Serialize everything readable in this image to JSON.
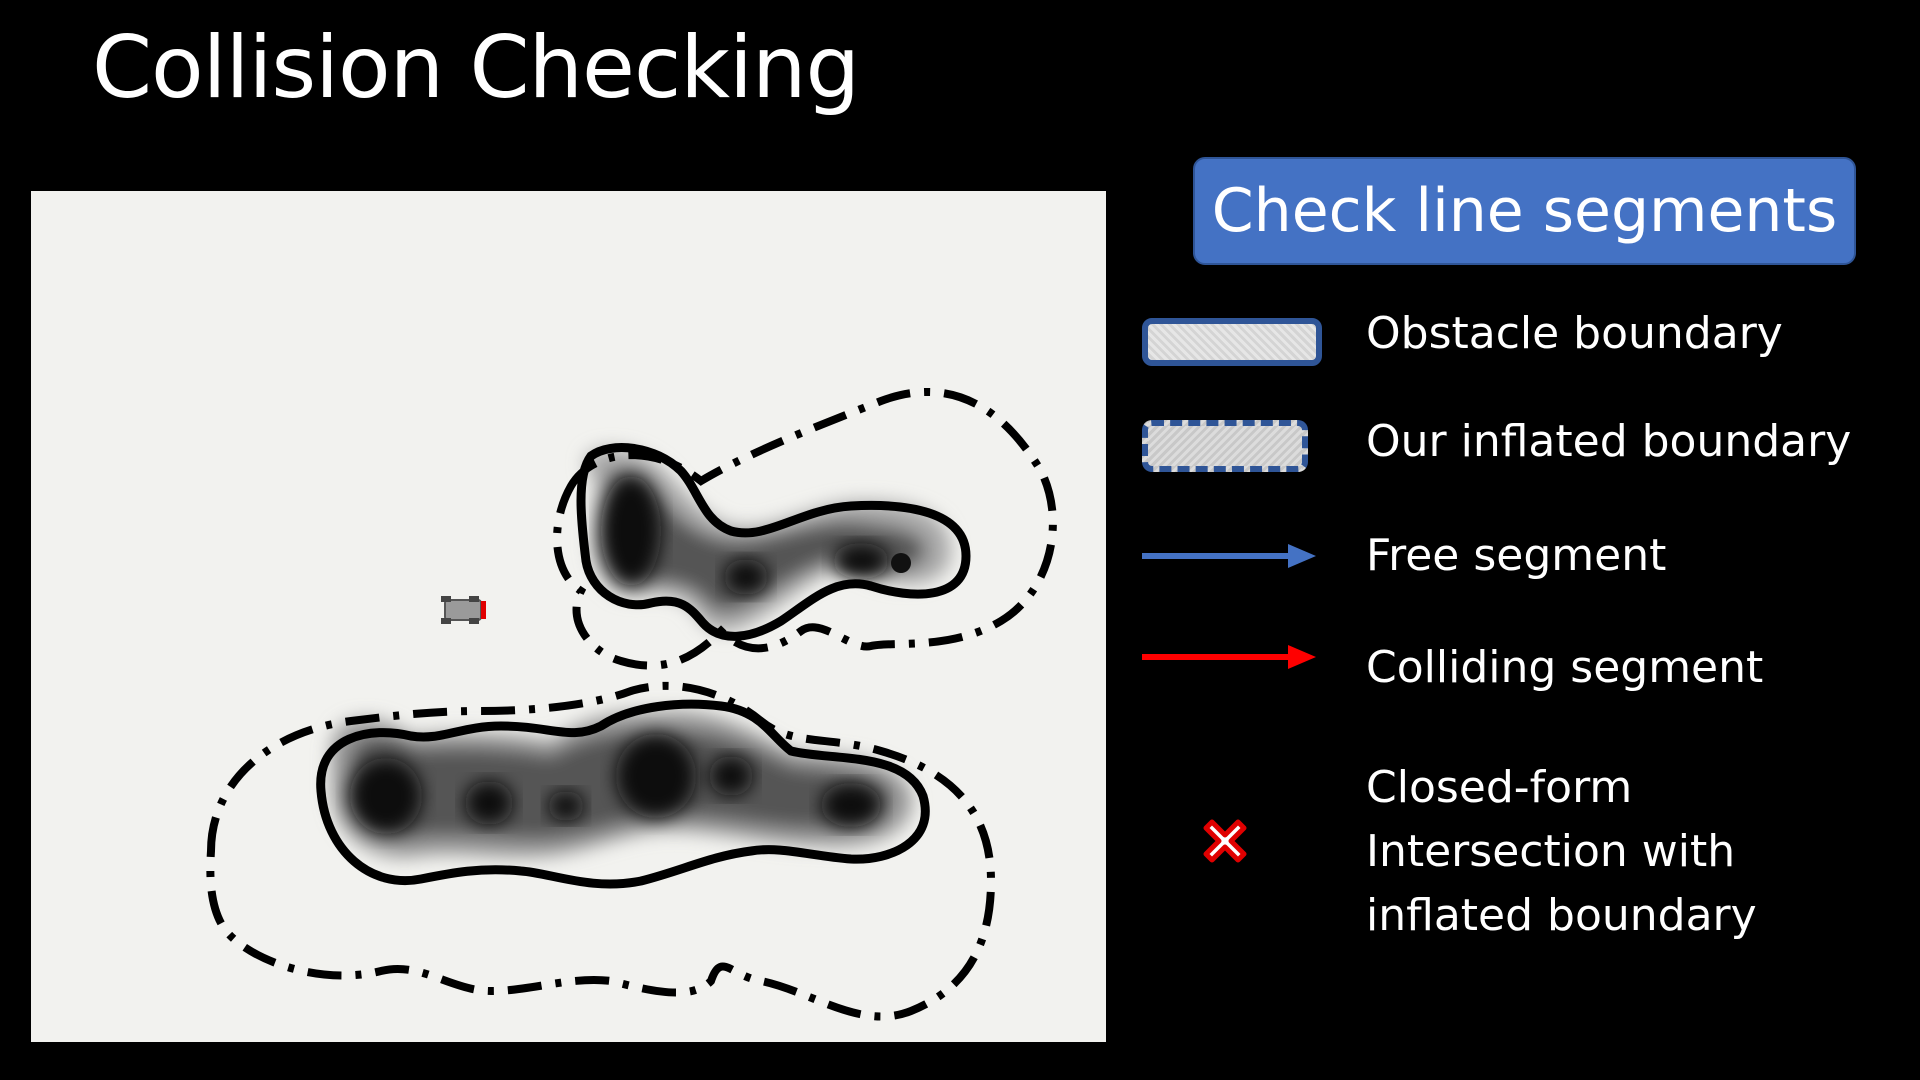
{
  "title": "Collision Checking",
  "check_button": {
    "label": "Check line segments"
  },
  "legend": {
    "obstacle_boundary": "Obstacle boundary",
    "inflated_boundary": "Our inflated boundary",
    "free_segment": "Free segment",
    "colliding_segment": "Colliding segment",
    "intersection_lines": [
      "Closed-form",
      "Intersection with",
      "inflated boundary"
    ]
  },
  "colors": {
    "background": "#000000",
    "map_background": "#f2f2ef",
    "button_fill": "#4472c4",
    "free_segment": "#4472c4",
    "colliding_segment": "#ff0000",
    "intersection_marker": "#e00000",
    "boundary_stroke": "#000000"
  },
  "icons": {
    "robot": "robot-icon",
    "intersection": "x-mark-icon",
    "arrow": "arrow-right-icon"
  }
}
